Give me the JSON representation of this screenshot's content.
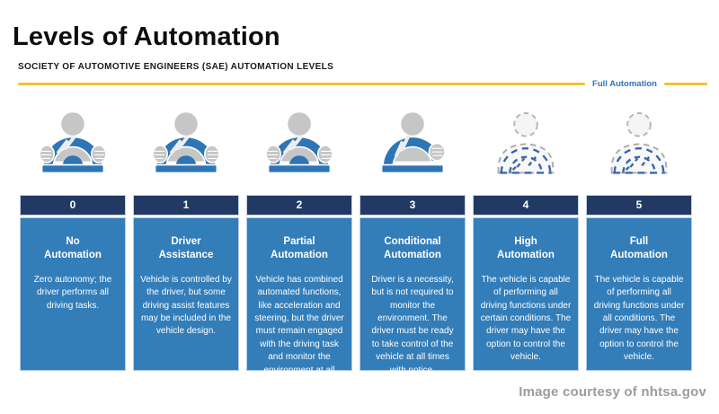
{
  "page": {
    "title": "Levels of Automation",
    "section_heading": "SOCIETY OF AUTOMOTIVE ENGINEERS (SAE) AUTOMATION LEVELS",
    "timeline_end_label": "Full Automation",
    "credit": "Image courtesy of nhtsa.gov"
  },
  "colors": {
    "accent_yellow": "#F2C232",
    "header_navy": "#223A63",
    "card_blue": "#337DB8",
    "label_blue": "#2E75B6",
    "icon_gray": "#C6C6C6",
    "credit_gray": "#9C9C9C"
  },
  "levels": [
    {
      "number": "0",
      "title": "No\nAutomation",
      "description": "Zero autonomy; the driver performs all driving tasks.",
      "icon": "driver-hands-on-wheel-icon"
    },
    {
      "number": "1",
      "title": "Driver\nAssistance",
      "description": "Vehicle is controlled by the driver, but some driving assist features may be included in the vehicle design.",
      "icon": "driver-hands-on-wheel-icon"
    },
    {
      "number": "2",
      "title": "Partial\nAutomation",
      "description": "Vehicle has combined automated functions, like acceleration and steering, but the driver must remain engaged with the driving task and monitor the environment at all times.",
      "icon": "driver-hands-on-wheel-icon"
    },
    {
      "number": "3",
      "title": "Conditional\nAutomation",
      "description": "Driver is a necessity, but is not required to monitor the environment. The driver must be ready to take control of the vehicle at all times with notice.",
      "icon": "driver-one-hand-on-wheel-icon"
    },
    {
      "number": "4",
      "title": "High\nAutomation",
      "description": "The vehicle is capable of performing all driving functions under certain conditions. The driver may have the option to control the vehicle.",
      "icon": "driver-dashed-autonomous-icon"
    },
    {
      "number": "5",
      "title": "Full\nAutomation",
      "description": "The vehicle is capable of performing all driving functions under all conditions. The driver may have the option to control the vehicle.",
      "icon": "driver-dashed-autonomous-icon"
    }
  ]
}
